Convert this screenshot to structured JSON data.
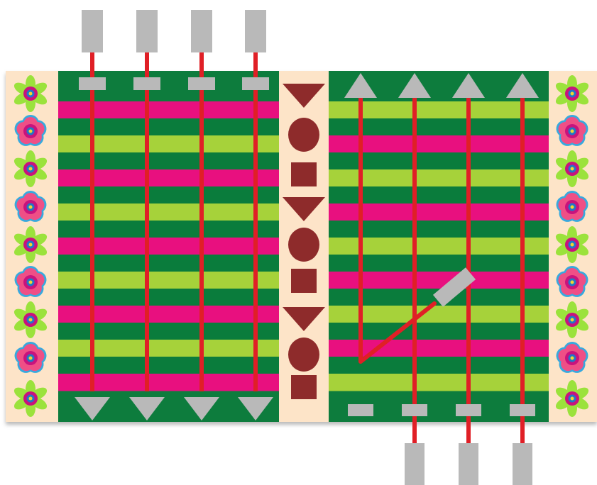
{
  "colors": {
    "background": "#ffffff",
    "border_panel": "#fde4c8",
    "dark_green": "#0a7c3c",
    "light_green": "#a6d23a",
    "magenta": "#e8107f",
    "warp_red": "#e01f26",
    "gray": "#b9b9b9",
    "maroon": "#8e2b2b",
    "flower_green": "#9be23c",
    "flower_pink": "#ef4f86",
    "flower_blue": "#38a9de",
    "flower_center_magenta": "#c8137d",
    "flower_center_blue": "#1f78c8",
    "flower_center_yellow": "#f2d630"
  },
  "left_loom": {
    "bands": [
      "magenta",
      "dark",
      "light",
      "dark",
      "magenta",
      "dark",
      "light",
      "dark",
      "magenta",
      "dark",
      "light",
      "dark",
      "magenta",
      "dark",
      "light",
      "dark",
      "magenta"
    ],
    "threads": 4,
    "top_pins": 4,
    "bottom_markers": [
      "triangle-down",
      "triangle-down",
      "triangle-down",
      "triangle-down"
    ]
  },
  "right_loom": {
    "bands": [
      "light",
      "dark",
      "magenta",
      "dark",
      "light",
      "dark",
      "magenta",
      "dark",
      "light",
      "dark",
      "magenta",
      "dark",
      "light",
      "dark",
      "magenta",
      "dark",
      "light"
    ],
    "threads": 4,
    "top_markers": [
      "triangle-up",
      "triangle-up",
      "triangle-up",
      "triangle-up"
    ],
    "bottom_pins": 3
  },
  "middle_column": {
    "shapes": [
      "triangle-down",
      "circle",
      "square",
      "triangle-down",
      "circle",
      "square",
      "triangle-down",
      "circle",
      "square"
    ]
  },
  "border_flowers": {
    "pattern": [
      "daisy",
      "rose",
      "daisy",
      "rose",
      "daisy",
      "rose",
      "daisy",
      "rose",
      "daisy"
    ]
  }
}
